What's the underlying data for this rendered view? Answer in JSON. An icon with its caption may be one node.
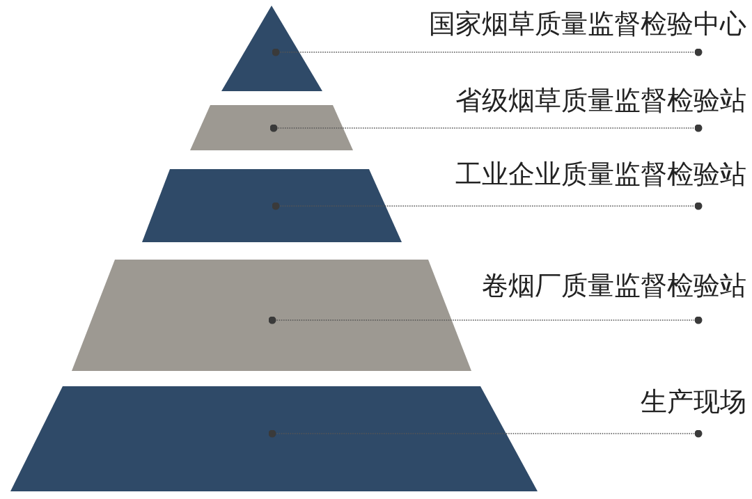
{
  "diagram": {
    "nodes": [
      {
        "text": [
          "国家烟草质量监督检验中心"
        ]
      },
      {
        "text": [
          "省级烟草质量监督检验站"
        ]
      },
      {
        "text": [
          "工业企业质量监督检验站"
        ]
      },
      {
        "text": [
          "卷烟厂质量监督检验站"
        ]
      },
      {
        "text": [
          "生产现场"
        ]
      },
      {
        "text": [],
        "shape": "triangle"
      },
      {
        "text": [],
        "shape": "trapezoid"
      },
      {
        "text": [],
        "shape": "trapezoid"
      },
      {
        "text": [],
        "shape": "trapezoid"
      },
      {
        "text": [],
        "shape": "trapezoid"
      }
    ],
    "edges": [
      {
        "from": 5,
        "to": 0,
        "arrow": "other"
      },
      {
        "from": 6,
        "to": 1,
        "arrow": "other"
      },
      {
        "from": 7,
        "to": 2,
        "arrow": "other"
      },
      {
        "from": 8,
        "to": 3,
        "arrow": "other"
      },
      {
        "from": 9,
        "to": 4,
        "arrow": "other"
      }
    ]
  }
}
